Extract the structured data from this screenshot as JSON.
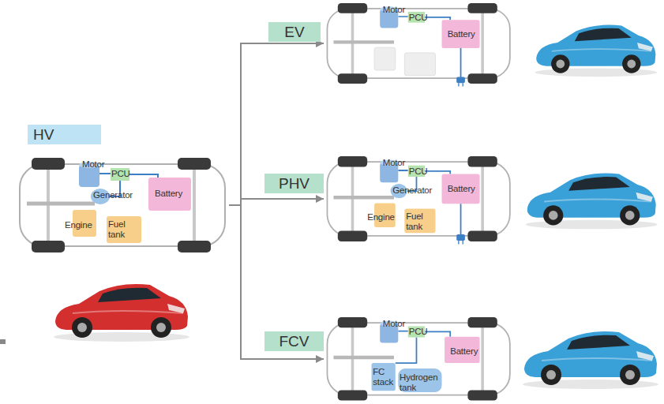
{
  "diagram": {
    "nodes": [
      {
        "text": [
          "HV"
        ]
      },
      {
        "text": [
          "Motor",
          "PCU",
          "Generator",
          "Battery",
          "Engine",
          "Fuel tank"
        ]
      },
      {
        "text": [
          "EV"
        ]
      },
      {
        "text": [
          "Motor",
          "PCU",
          "Battery"
        ]
      },
      {
        "text": [
          "PHV"
        ]
      },
      {
        "text": [
          "Motor",
          "PCU",
          "Generator",
          "Battery",
          "Engine",
          "Fuel tank"
        ]
      },
      {
        "text": [
          "FCV"
        ]
      },
      {
        "text": [
          "Motor",
          "PCU",
          "Battery",
          "FC stack",
          "Hydrogen tank"
        ]
      }
    ],
    "edges": [
      {
        "from": 1,
        "to": 3,
        "arrow": "to"
      },
      {
        "from": 1,
        "to": 5,
        "arrow": "to"
      },
      {
        "from": 1,
        "to": 7,
        "arrow": "to"
      }
    ]
  }
}
